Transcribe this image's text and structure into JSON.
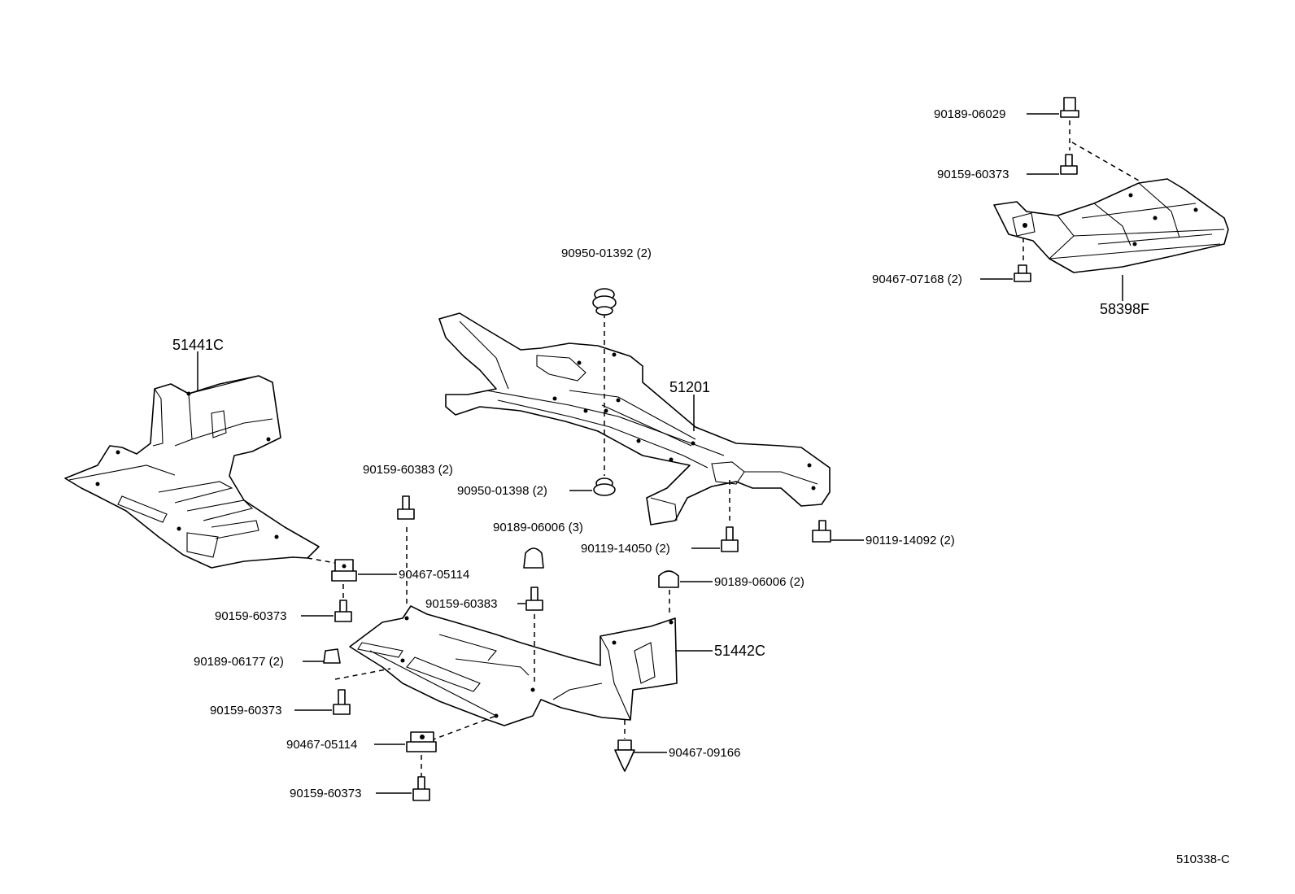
{
  "diagram_code": "510338-C",
  "parts": {
    "frame": "51201",
    "cover_left": "51441C",
    "cover_center": "51442C",
    "cover_right": "58398F"
  },
  "fasteners": {
    "f_90189_06029": "90189-06029",
    "f_90159_60373_top": "90159-60373",
    "f_90467_07168": "90467-07168 (2)",
    "f_90950_01392": "90950-01392 (2)",
    "f_90950_01398": "90950-01398 (2)",
    "f_90159_60383_2": "90159-60383 (2)",
    "f_90189_06006_3": "90189-06006 (3)",
    "f_90119_14050": "90119-14050 (2)",
    "f_90119_14092": "90119-14092 (2)",
    "f_90189_06006_2": "90189-06006 (2)",
    "f_90467_05114_a": "90467-05114",
    "f_90159_60383": "90159-60383",
    "f_90159_60373_a": "90159-60373",
    "f_90189_06177": "90189-06177 (2)",
    "f_90159_60373_b": "90159-60373",
    "f_90467_05114_b": "90467-05114",
    "f_90467_09166": "90467-09166",
    "f_90159_60373_c": "90159-60373"
  },
  "icons": [
    "bolt-icon",
    "clip-icon",
    "nut-icon",
    "grommet-icon",
    "rivet-icon"
  ]
}
